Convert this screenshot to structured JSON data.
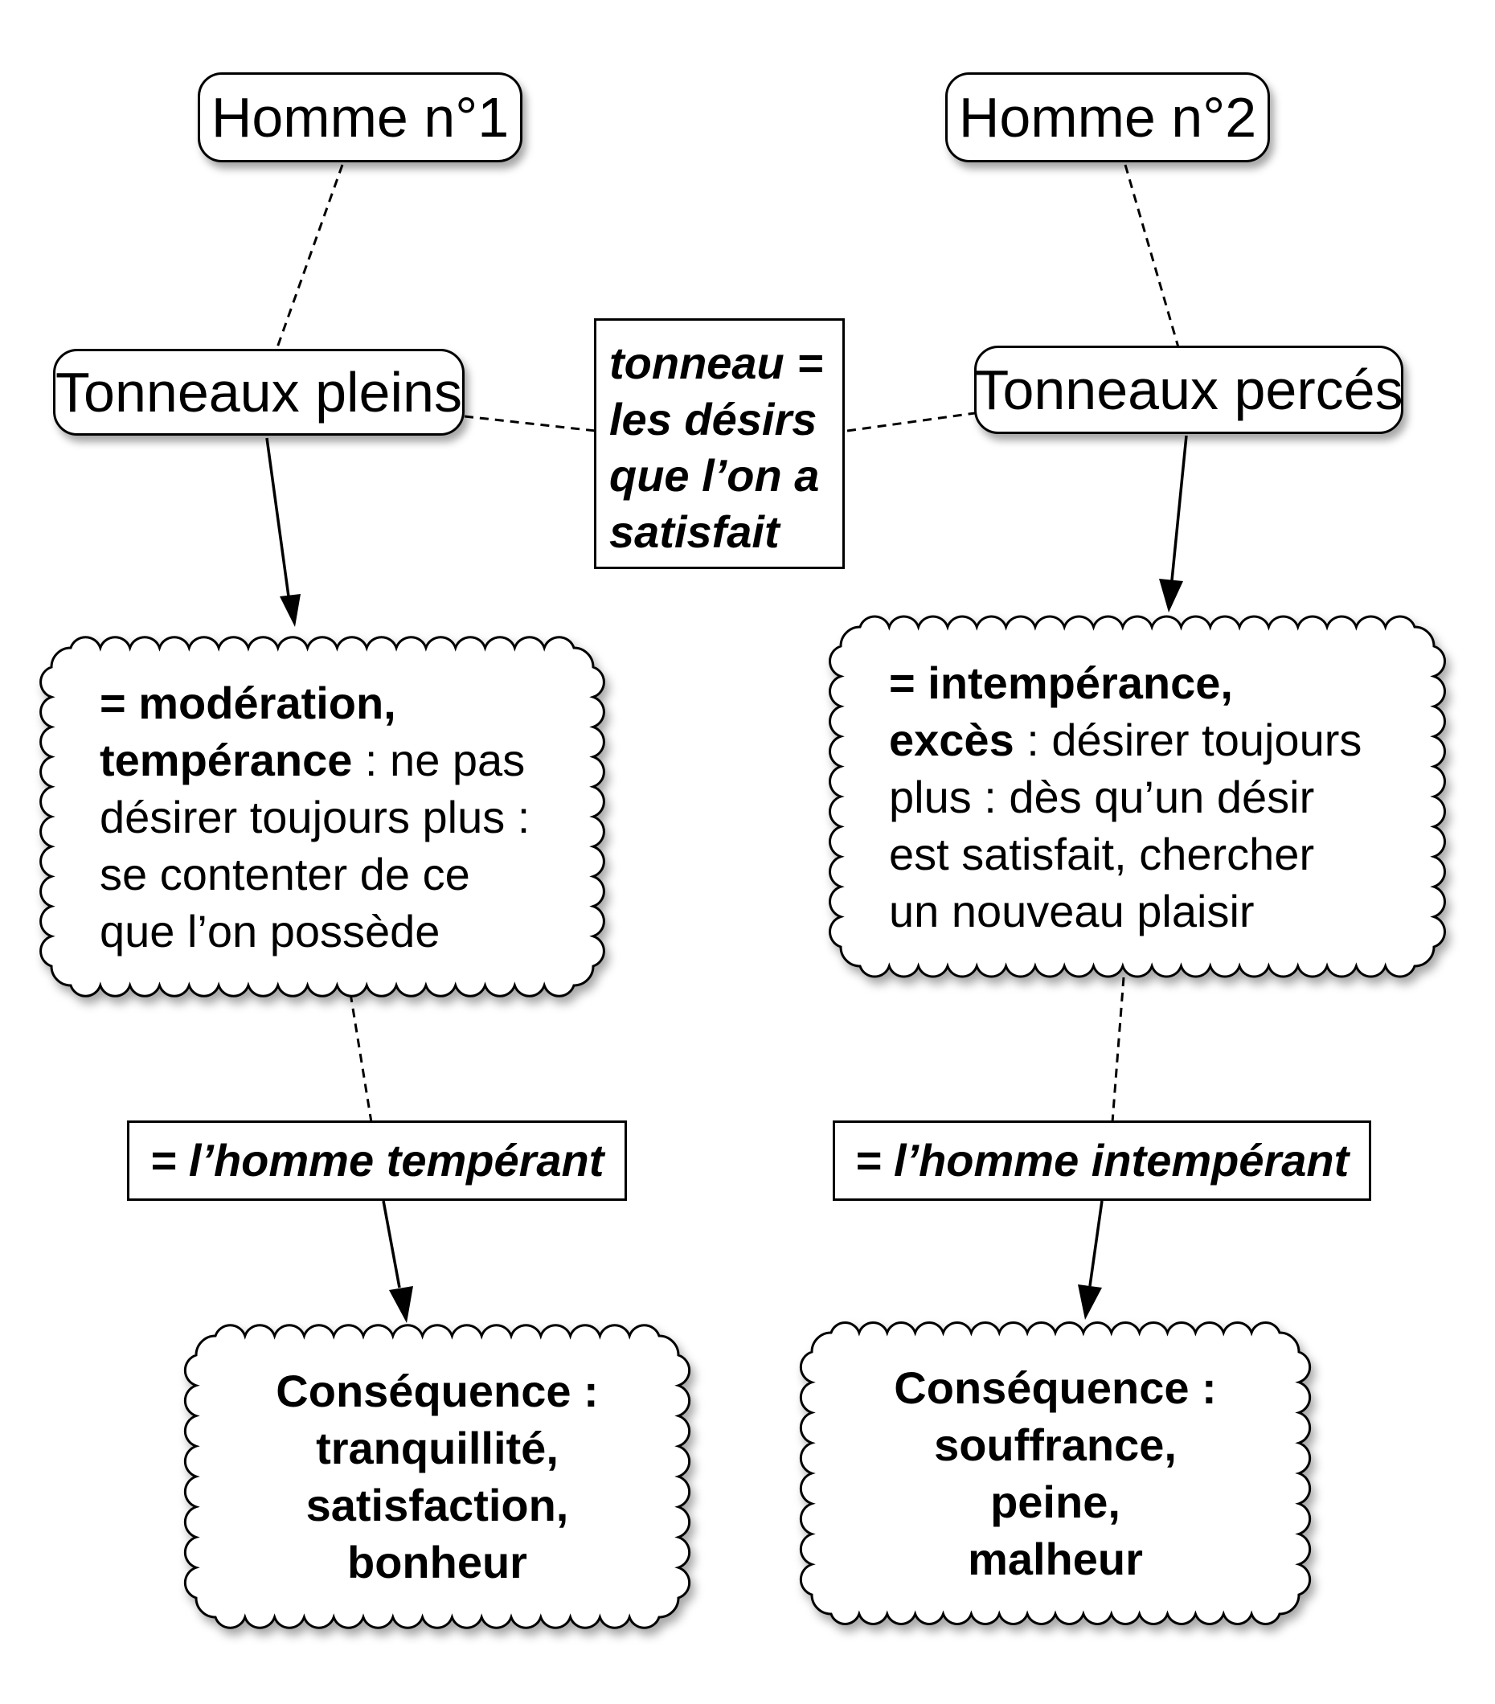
{
  "man1": {
    "label": "Homme n°1"
  },
  "man2": {
    "label": "Homme n°2"
  },
  "barrel_full": {
    "label": "Tonneaux pleins"
  },
  "barrel_pierced": {
    "label": "Tonneaux percés"
  },
  "definition": {
    "lines": [
      "tonneau =",
      "les désirs",
      "que l’on a",
      "satisfait"
    ]
  },
  "left_def": {
    "bold1": "= modération,",
    "bold2": "tempérance",
    "text1": " : ne pas",
    "text2": "désirer toujours plus :",
    "text3": "se contenter de ce",
    "text4": "que l’on possède"
  },
  "right_def": {
    "bold1": "= intempérance,",
    "bold2": "excès",
    "text1": " : désirer toujours",
    "text2": "plus : dès qu’un désir",
    "text3": "est satisfait, chercher",
    "text4": "un nouveau plaisir"
  },
  "left_label": {
    "label": "= l’homme tempérant"
  },
  "right_label": {
    "label": "= l’homme intempérant"
  },
  "left_consequence": {
    "lines": [
      "Conséquence :",
      "tranquillité,",
      "satisfaction,",
      "bonheur"
    ]
  },
  "right_consequence": {
    "lines": [
      "Conséquence :",
      "souffrance,",
      "peine,",
      "malheur"
    ]
  }
}
